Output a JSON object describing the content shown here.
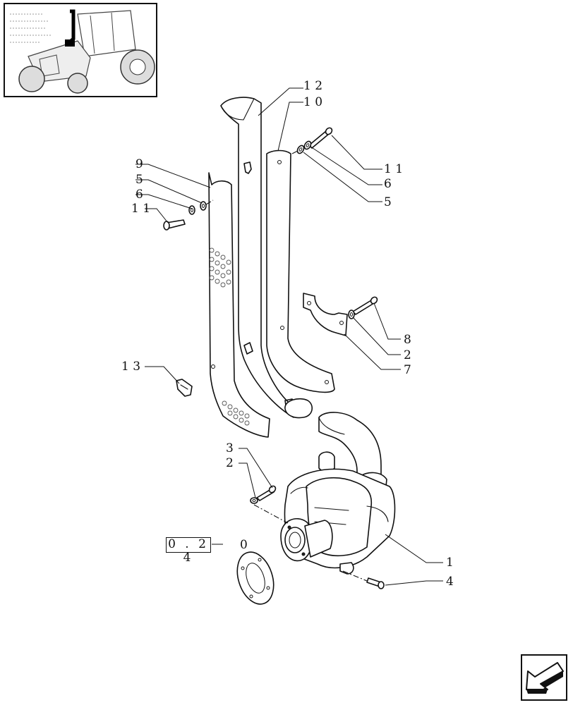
{
  "callouts": {
    "c12": "1 2",
    "c10": "1 0",
    "c11_right": "1 1",
    "c6_right": "6",
    "c5_right": "5",
    "c9": "9",
    "c5_left": "5",
    "c6_left": "6",
    "c11_left": "1 1",
    "c8": "8",
    "c2_right": "2",
    "c7": "7",
    "c13": "1 3",
    "c3": "3",
    "c2_lower": "2",
    "c1": "1",
    "c4": "4",
    "ref_suffix": "0"
  },
  "reference_box": {
    "label": "0 . 2 4"
  },
  "icons": {
    "thumbnail": "tractor-thumbnail-icon",
    "nav": "next-page-arrow-icon"
  },
  "colors": {
    "line": "#111111",
    "fill_grey": "#cfcfcf",
    "background": "#ffffff"
  }
}
